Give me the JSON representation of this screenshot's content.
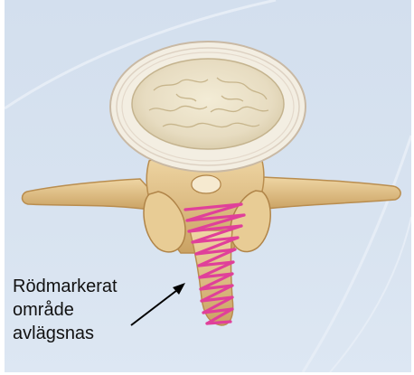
{
  "caption": {
    "lines": [
      "Rödmarkerat",
      "område",
      "avlägsnas"
    ]
  },
  "colors": {
    "background": "#d6e1ef",
    "disc_ring": "#f2eee5",
    "nucleus": "#e9e1c9",
    "bone": "#e3c28a",
    "bone_shadow": "#b98d4f",
    "highlight_marking": "#e0409a",
    "arrow": "#000000"
  },
  "icons": {
    "arrow": "arrow-pointing-to-marked-area"
  }
}
